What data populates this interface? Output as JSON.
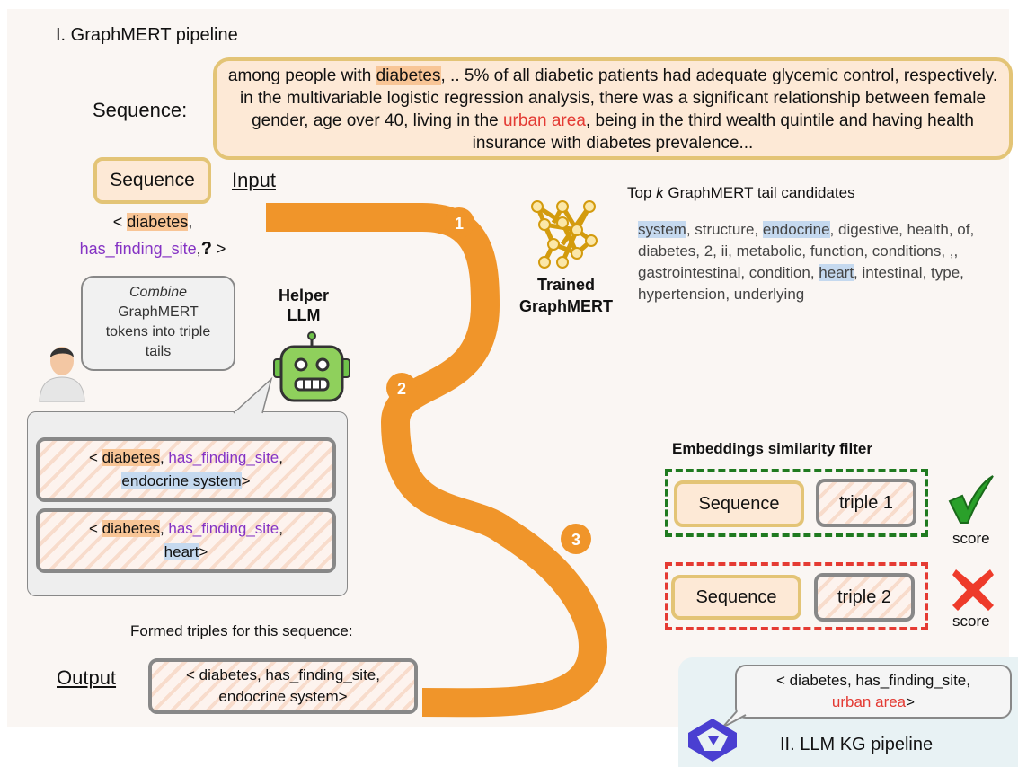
{
  "section_title": "I. GraphMERT pipeline",
  "sequence_label": "Sequence:",
  "sequence_text": {
    "p1": "among people with ",
    "hl1": "diabetes",
    "p2": ", .. 5% of all diabetic patients had adequate glycemic control, respectively. in the multivariable logistic regression analysis, there was a significant relationship between female gender, age over 40, living in the ",
    "red1": "urban area",
    "p3": ", being in the third wealth quintile and having health insurance with diabetes prevalence..."
  },
  "input": {
    "sequence_pill": "Sequence",
    "label": "Input",
    "query": {
      "open": "< ",
      "head": "diabetes",
      "comma1": ",",
      "relation": "has_finding_site",
      "comma2": ",",
      "q": "?",
      "close": " >"
    }
  },
  "steps": [
    "1",
    "2",
    "3"
  ],
  "topk": {
    "title_a": "Top ",
    "title_k": "k",
    "title_b": " GraphMERT tail candidates",
    "tokens": [
      {
        "t": "system",
        "hl": true
      },
      {
        "t": ", structure, ",
        "hl": false
      },
      {
        "t": "endocrine",
        "hl": true
      },
      {
        "t": ", digestive, health, of, diabetes, 2, ii, metabolic, function, conditions, ,, gastrointestinal, condition, ",
        "hl": false
      },
      {
        "t": "heart",
        "hl": true
      },
      {
        "t": ", intestinal, type, hypertension, underlying",
        "hl": false
      }
    ]
  },
  "trained_label": [
    "Trained",
    "GraphMERT"
  ],
  "bubble": {
    "italic": "Combine",
    "rest": [
      "GraphMERT",
      "tokens into triple",
      "tails"
    ]
  },
  "helper_label": [
    "Helper",
    "LLM"
  ],
  "candidates": [
    {
      "open": "< ",
      "head": "diabetes",
      "sep": ", ",
      "relation": "has_finding_site",
      "comma": ",",
      "tail": "endocrine system",
      "close": ">"
    },
    {
      "open": "< ",
      "head": "diabetes",
      "sep": ", ",
      "relation": "has_finding_site",
      "comma": ",",
      "tail": "heart",
      "close": ">"
    }
  ],
  "filter": {
    "title": "Embeddings similarity filter",
    "rows": [
      {
        "sequence": "Sequence",
        "triple": "triple 1",
        "score": "score",
        "result": "check"
      },
      {
        "sequence": "Sequence",
        "triple": "triple 2",
        "score": "score",
        "result": "cross"
      }
    ]
  },
  "formed_label": "Formed triples for this sequence:",
  "output": {
    "label": "Output",
    "line1": "< diabetes, has_finding_site,",
    "line2": "endocrine system>"
  },
  "llm_kg": {
    "line1": "< diabetes, has_finding_site,",
    "tail": "urban area",
    "close": ">",
    "title": "II. LLM KG pipeline"
  },
  "colors": {
    "path": "#f0952a",
    "highlight_orange": "#f8c596",
    "highlight_blue": "#c5d9ef",
    "relation": "#8533c4",
    "red": "#e33a33",
    "green": "#1f7a1f"
  },
  "icons": [
    "network-icon",
    "user-icon",
    "robot-icon",
    "check-icon",
    "cross-icon",
    "llm-logo-icon"
  ]
}
